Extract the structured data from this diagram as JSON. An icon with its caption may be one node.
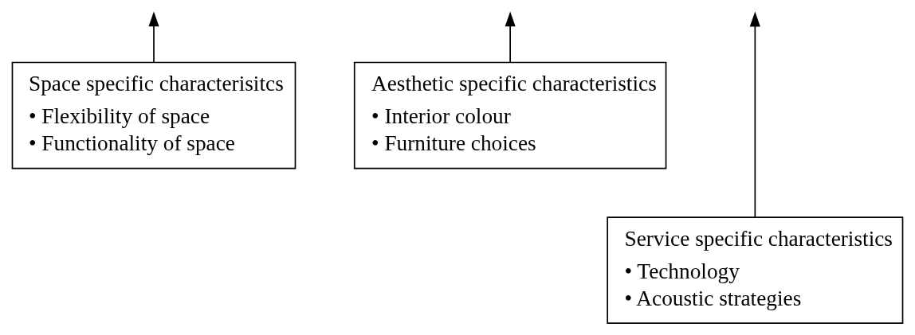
{
  "diagram": {
    "nodes": [
      {
        "text": [
          "Space specific characterisitcs",
          "• Flexibility of space",
          "• Functionality of space"
        ]
      },
      {
        "text": [
          "Aesthetic specific characteristics",
          "• Interior colour",
          "• Furniture choices"
        ]
      },
      {
        "text": [
          "Service specific characteristics",
          "• Technology",
          "• Acoustic strategies"
        ]
      }
    ],
    "edges": [
      {
        "from": 0,
        "to": null,
        "arrow": "to"
      },
      {
        "from": 2,
        "to": null,
        "arrow": "to"
      },
      {
        "from": 1,
        "to": null,
        "arrow": "to"
      }
    ]
  }
}
